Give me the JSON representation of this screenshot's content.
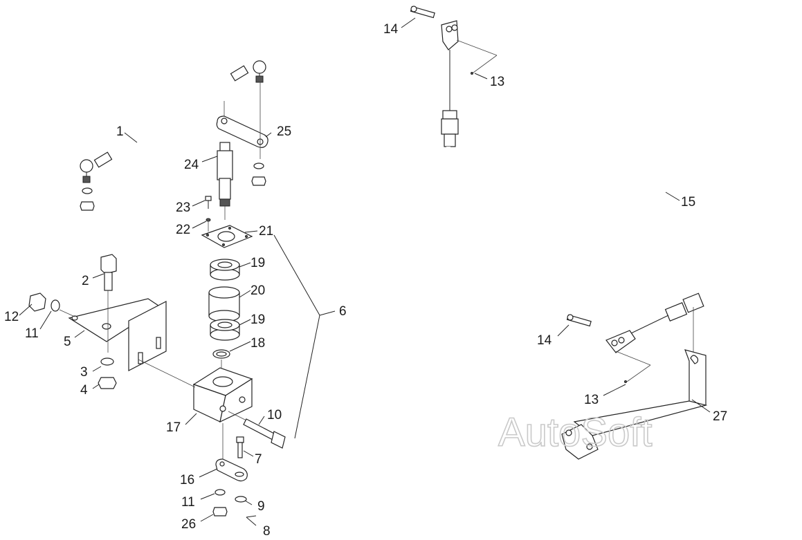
{
  "watermark": "AutoSoft",
  "callouts": {
    "c1": "1",
    "c2": "2",
    "c3": "3",
    "c4": "4",
    "c5": "5",
    "c6": "6",
    "c7": "7",
    "c8": "8",
    "c9": "9",
    "c10": "10",
    "c11a": "11",
    "c11b": "11",
    "c12": "12",
    "c13a": "13",
    "c13b": "13",
    "c14a": "14",
    "c14b": "14",
    "c15": "15",
    "c16": "16",
    "c17": "17",
    "c18": "18",
    "c19a": "19",
    "c19b": "19",
    "c20": "20",
    "c21": "21",
    "c22": "22",
    "c23": "23",
    "c24": "24",
    "c25": "25",
    "c26": "26",
    "c27": "27"
  }
}
